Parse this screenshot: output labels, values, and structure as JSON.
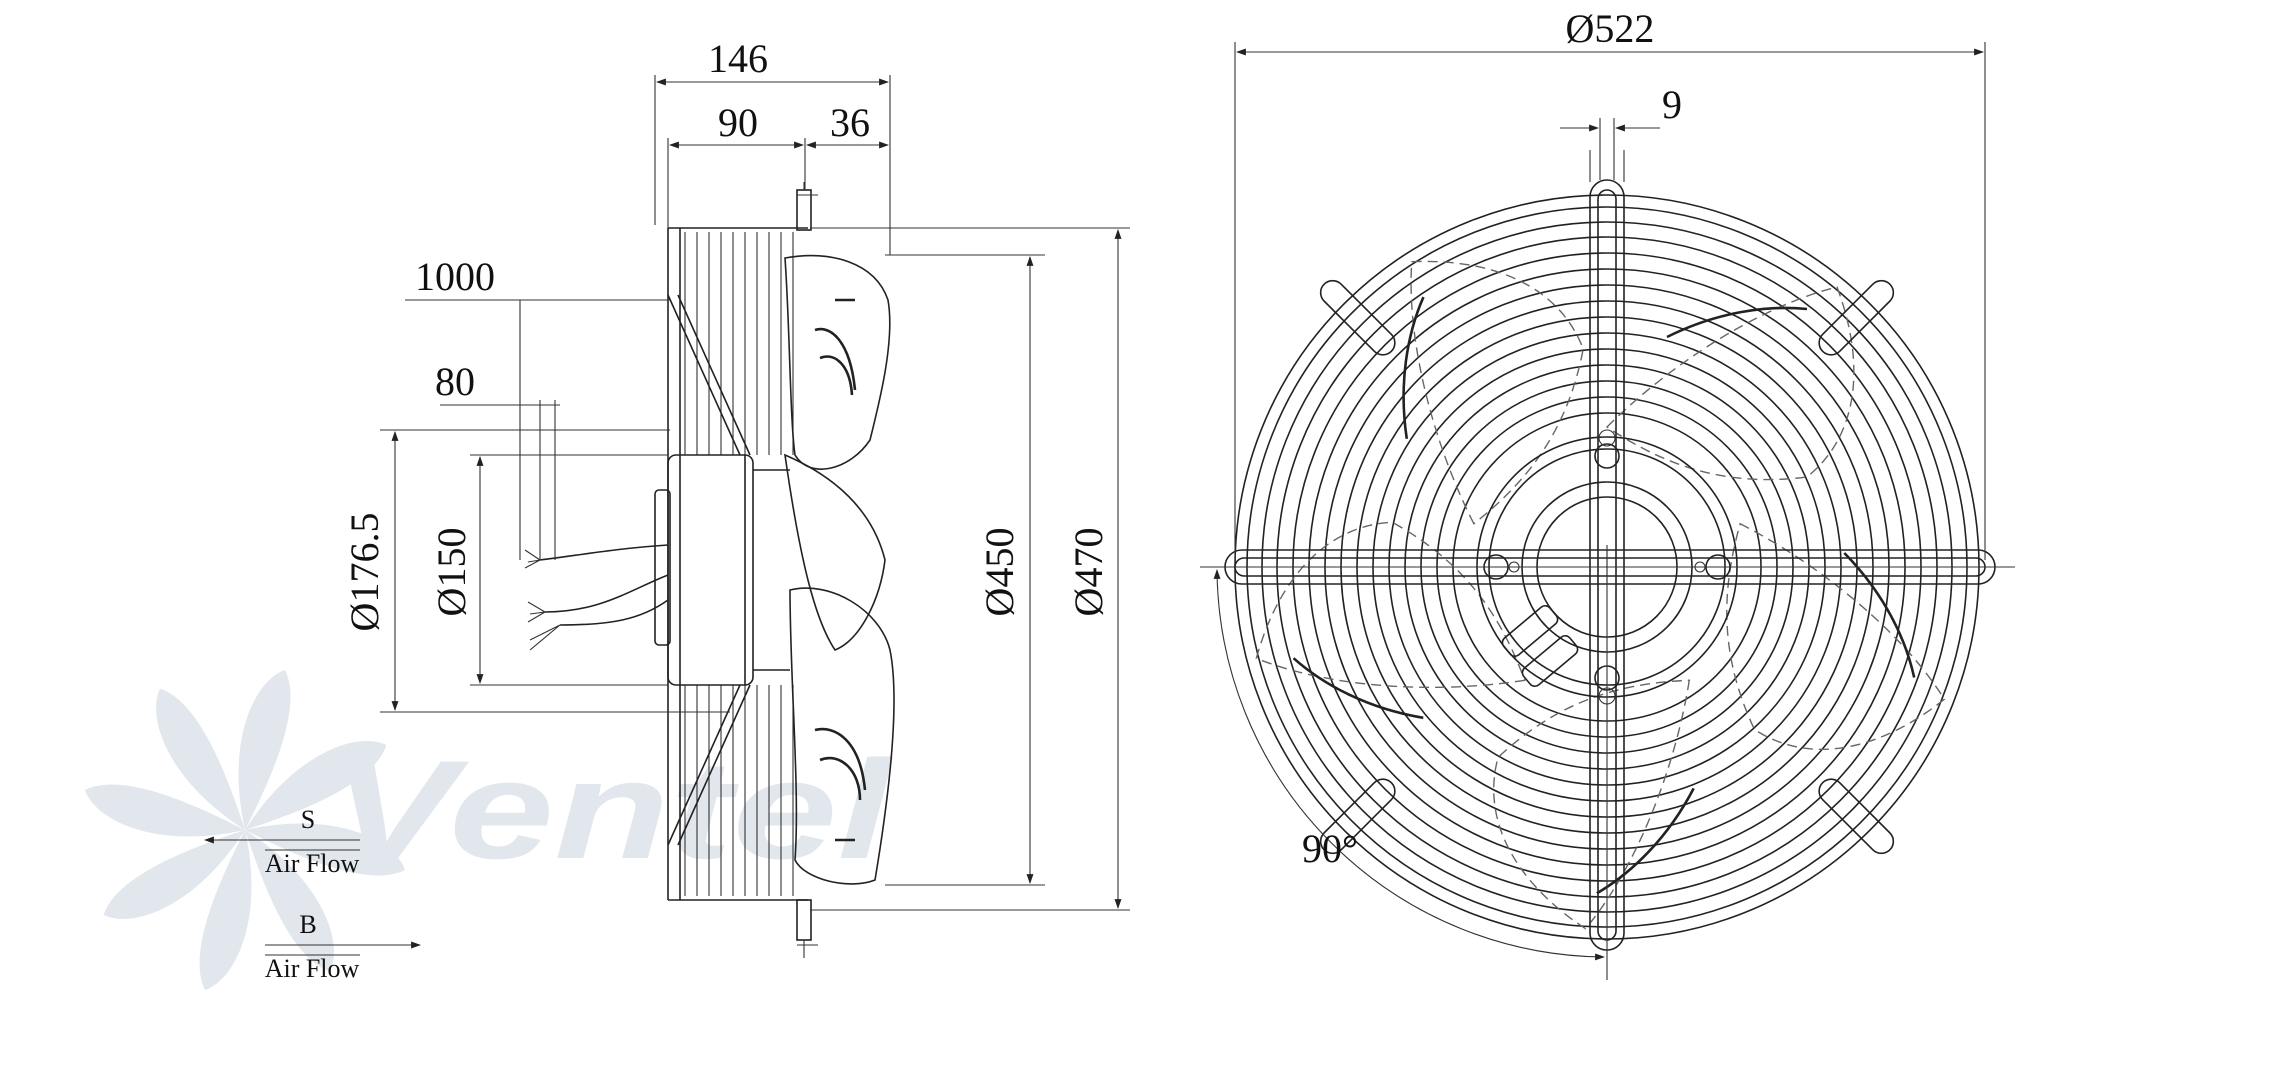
{
  "side_view": {
    "dims": {
      "total_depth": "146",
      "motor_depth": "90",
      "blade_offset": "36",
      "cable_length": "1000",
      "cable_strip": "80",
      "dia_mount": "Ø176.5",
      "dia_motor": "Ø150",
      "dia_blade": "Ø450",
      "dia_guard": "Ø470"
    }
  },
  "front_view": {
    "dims": {
      "dia_guard_total": "Ø522",
      "slot_width": "9",
      "angle": "90°"
    }
  },
  "airflow": {
    "s_letter": "S",
    "s_label": "Air Flow",
    "b_letter": "B",
    "b_label": "Air Flow"
  },
  "watermark": {
    "brand": "Ventel",
    "color": "#c9d3dd"
  }
}
